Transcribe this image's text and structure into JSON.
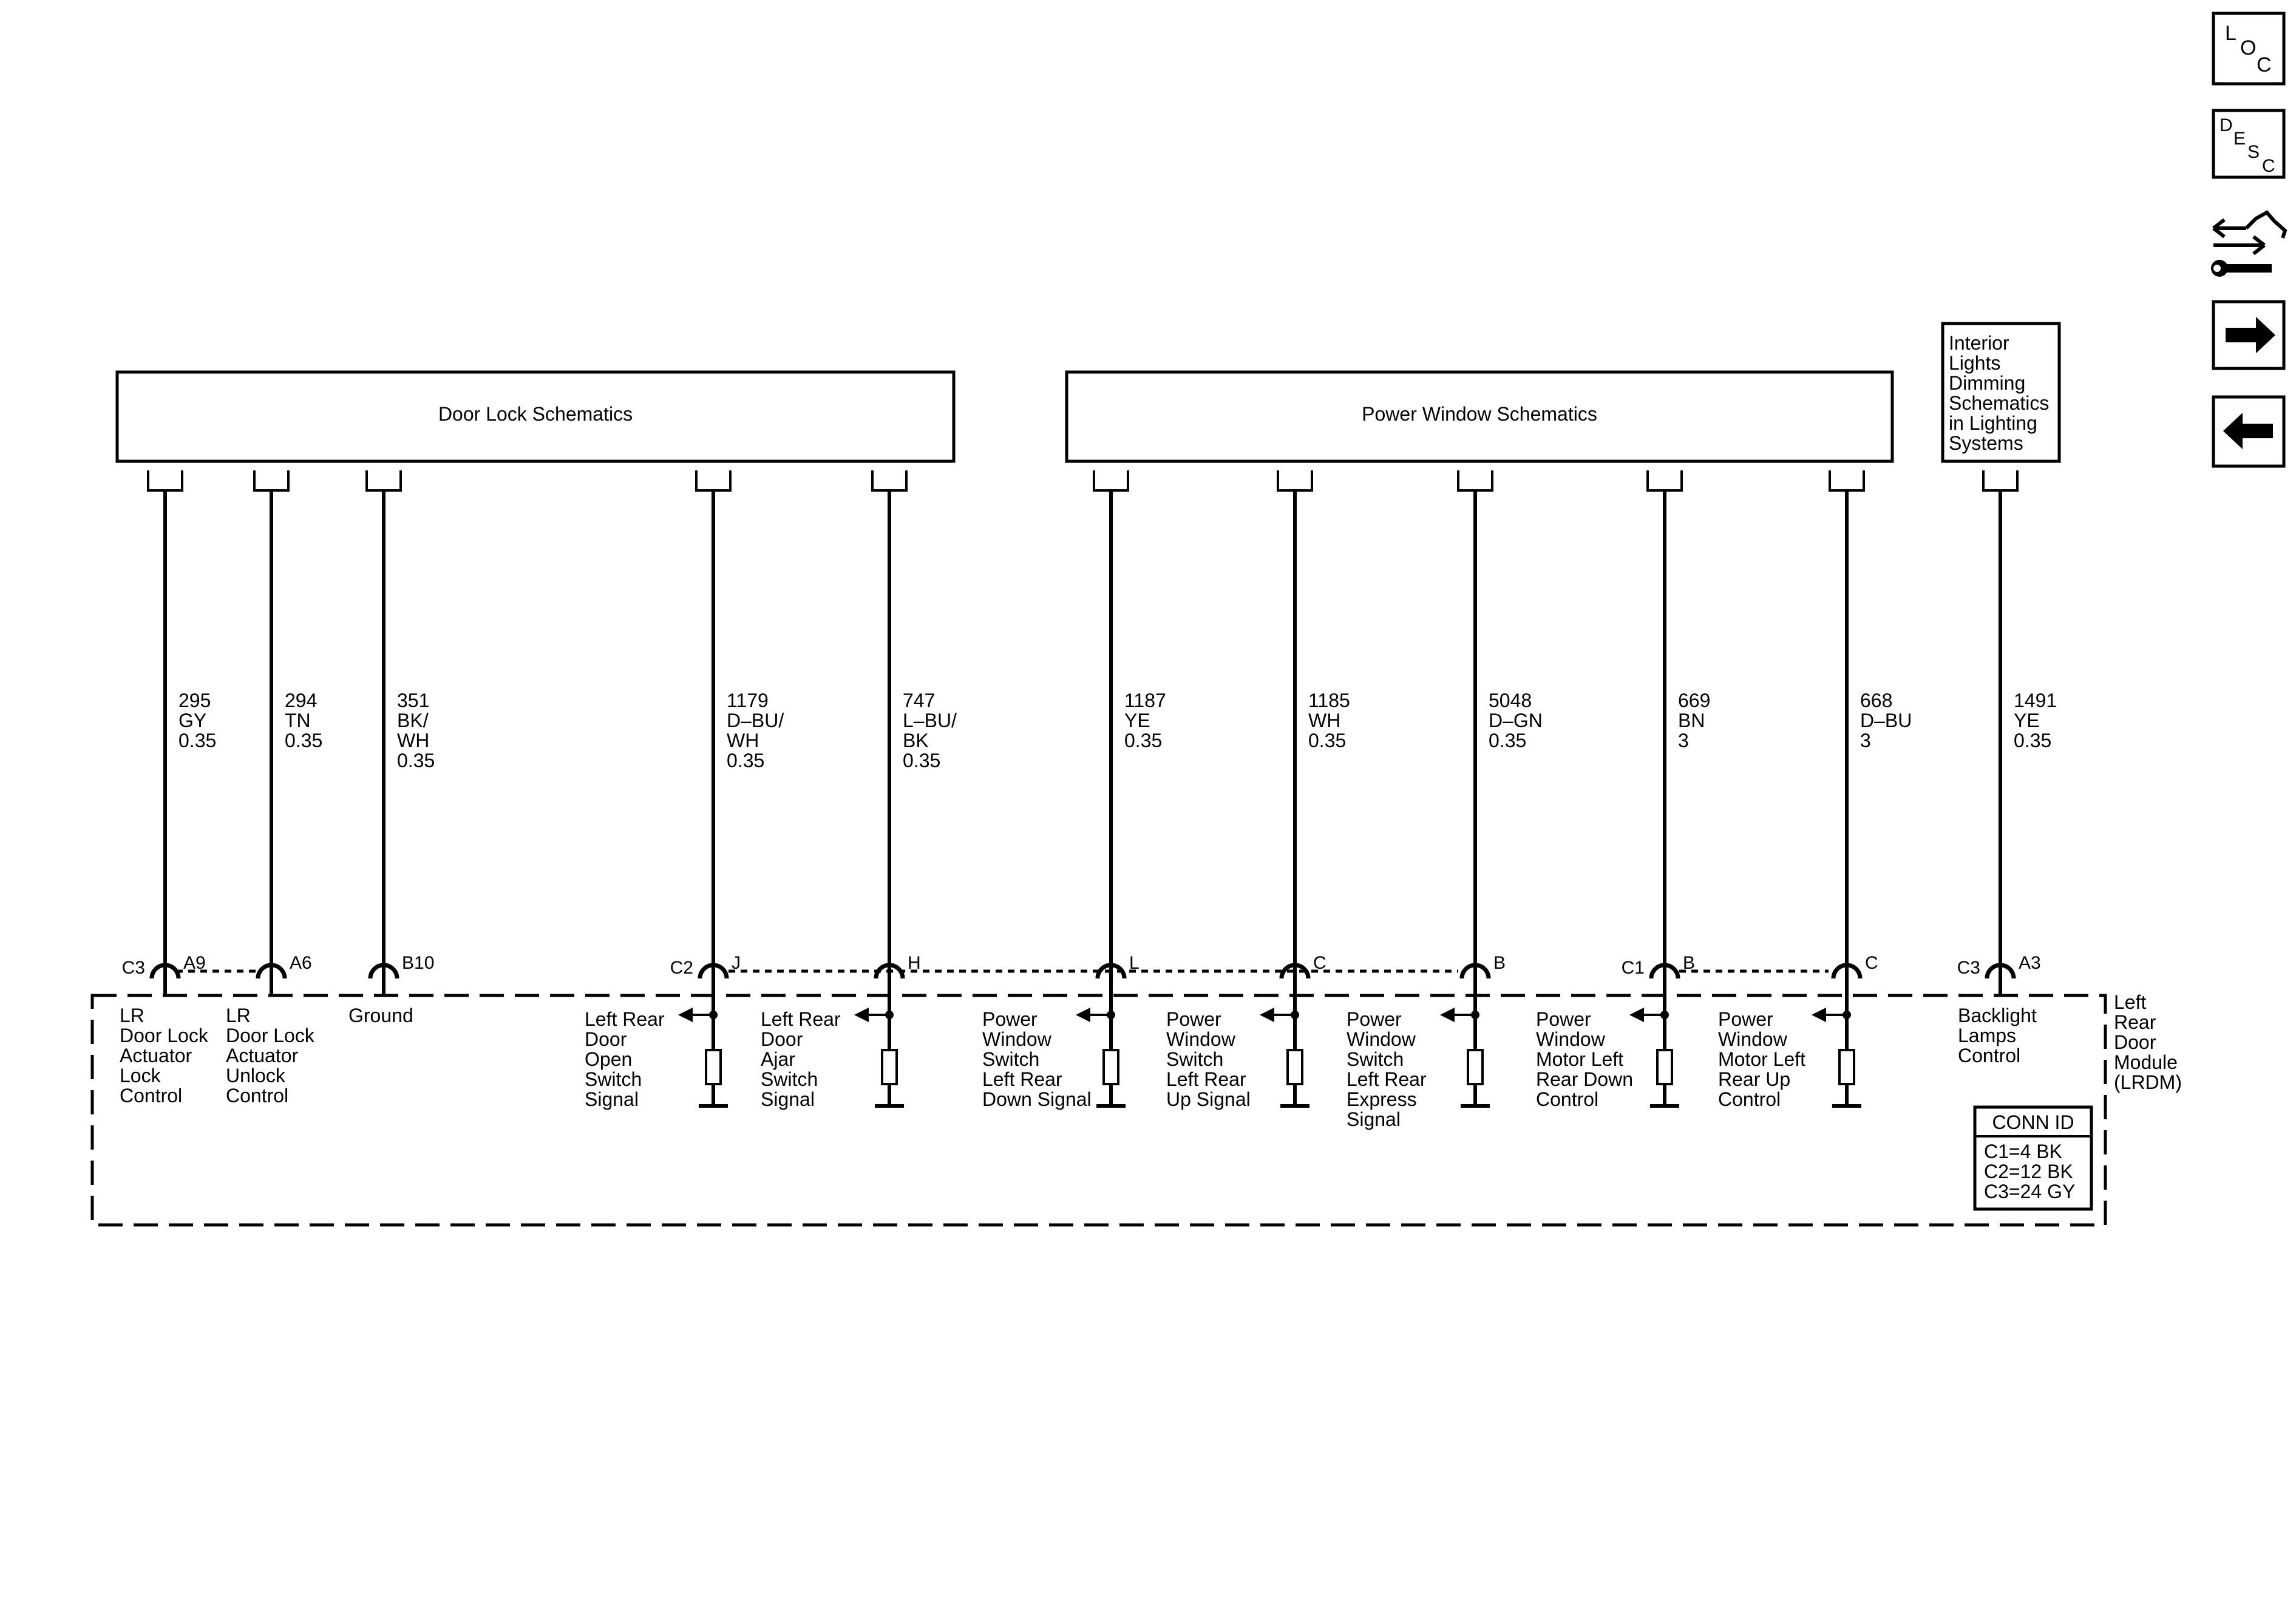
{
  "headers": {
    "door_lock": "Door Lock Schematics",
    "power_window": "Power Window Schematics",
    "interior_lights": [
      "Interior",
      "Lights",
      "Dimming",
      "Schematics",
      "in Lighting",
      "Systems"
    ]
  },
  "nav": {
    "loc": [
      "L",
      "O",
      "C"
    ],
    "desc": [
      "D",
      "E",
      "S",
      "C"
    ],
    "icons": [
      "diagnostic-repair-icon",
      "next-arrow-icon",
      "back-arrow-icon"
    ]
  },
  "wires": [
    {
      "circuit": [
        "295",
        "GY",
        "0.35"
      ],
      "pin": "A9",
      "connector": "C3",
      "label": [
        "LR",
        "Door Lock",
        "Actuator",
        "Lock",
        "Control"
      ],
      "switch": false
    },
    {
      "circuit": [
        "294",
        "TN",
        "0.35"
      ],
      "pin": "A6",
      "connector": "",
      "label": [
        "LR",
        "Door Lock",
        "Actuator",
        "Unlock",
        "Control"
      ],
      "switch": false
    },
    {
      "circuit": [
        "351",
        "BK/",
        "WH",
        "0.35"
      ],
      "pin": "B10",
      "connector": "",
      "label": [
        "Ground"
      ],
      "switch": false
    },
    {
      "circuit": [
        "1179",
        "D–BU/",
        "WH",
        "0.35"
      ],
      "pin": "J",
      "connector": "C2",
      "label": [
        "Left Rear",
        "Door",
        "Open",
        "Switch",
        "Signal"
      ],
      "switch": true
    },
    {
      "circuit": [
        "747",
        "L–BU/",
        "BK",
        "0.35"
      ],
      "pin": "H",
      "connector": "",
      "label": [
        "Left Rear",
        "Door",
        "Ajar",
        "Switch",
        "Signal"
      ],
      "switch": true
    },
    {
      "circuit": [
        "1187",
        "YE",
        "0.35"
      ],
      "pin": "L",
      "connector": "",
      "label": [
        "Power",
        "Window",
        "Switch",
        "Left Rear",
        "Down Signal"
      ],
      "switch": true
    },
    {
      "circuit": [
        "1185",
        "WH",
        "0.35"
      ],
      "pin": "C",
      "connector": "",
      "label": [
        "Power",
        "Window",
        "Switch",
        "Left Rear",
        "Up Signal"
      ],
      "switch": true
    },
    {
      "circuit": [
        "5048",
        "D–GN",
        "0.35"
      ],
      "pin": "B",
      "connector": "",
      "label": [
        "Power",
        "Window",
        "Switch",
        "Left Rear",
        "Express",
        "Signal"
      ],
      "switch": true
    },
    {
      "circuit": [
        "669",
        "BN",
        "3"
      ],
      "pin": "B",
      "connector": "C1",
      "label": [
        "Power",
        "Window",
        "Motor Left",
        "Rear Down",
        "Control"
      ],
      "switch": true
    },
    {
      "circuit": [
        "668",
        "D–BU",
        "3"
      ],
      "pin": "C",
      "connector": "",
      "label": [
        "Power",
        "Window",
        "Motor Left",
        "Rear Up",
        "Control"
      ],
      "switch": true
    },
    {
      "circuit": [
        "1491",
        "YE",
        "0.35"
      ],
      "pin": "A3",
      "connector": "C3",
      "label": [
        "Backlight",
        "Lamps",
        "Control"
      ],
      "switch": false
    }
  ],
  "module": {
    "name": [
      "Left",
      "Rear",
      "Door",
      "Module",
      "(LRDM)"
    ]
  },
  "conn_id": {
    "title": "CONN ID",
    "rows": [
      "C1=4 BK",
      "C2=12 BK",
      "C3=24 GY"
    ]
  }
}
